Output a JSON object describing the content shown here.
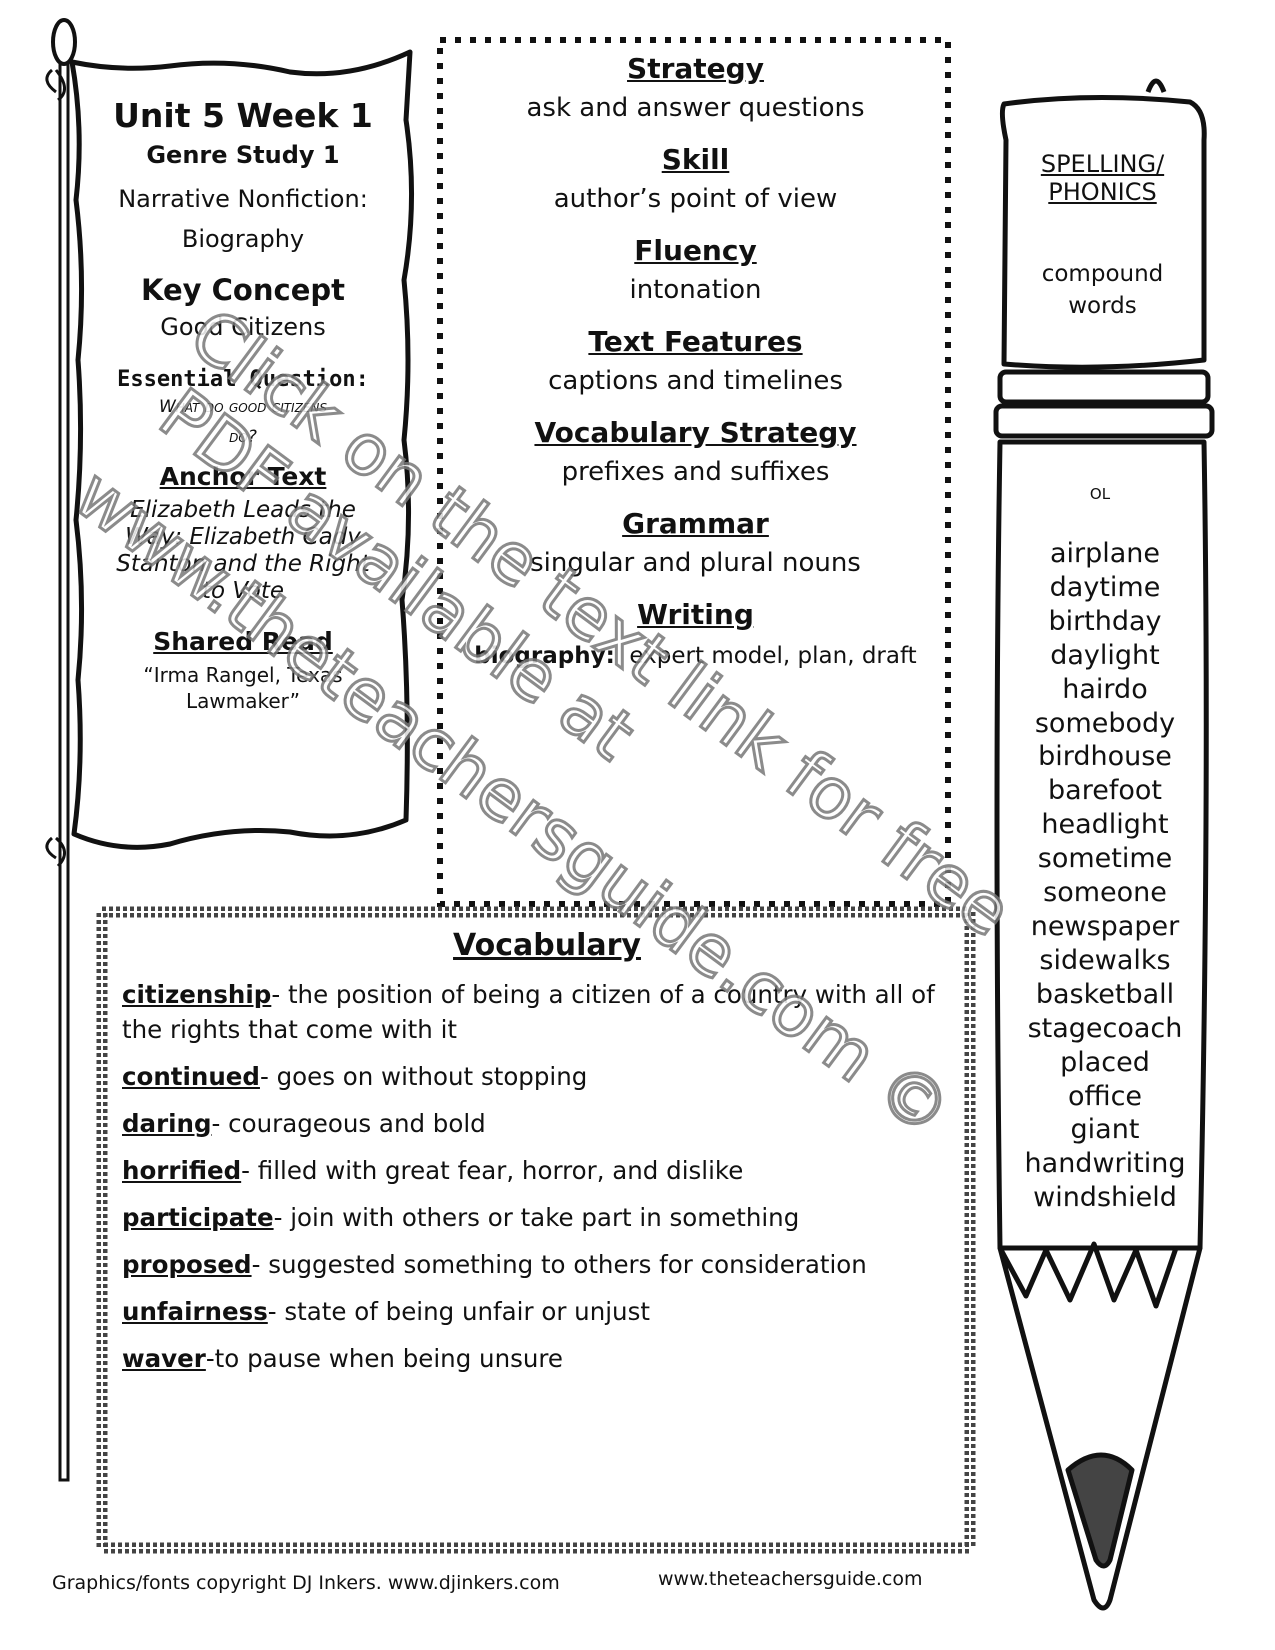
{
  "unit": {
    "title": "Unit 5 Week 1",
    "genre_study": "Genre Study 1",
    "genre_line1": "Narrative Nonfiction:",
    "genre_line2": "Biography"
  },
  "key_concept": {
    "label": "Key Concept",
    "value": "Good Citizens"
  },
  "essential_question": {
    "label": "Essential Question:",
    "line1": "What do good citizens",
    "line2": "do?"
  },
  "anchor_text": {
    "label": "Anchor Text",
    "lines": [
      "Elizabeth Leads the",
      "Way: Elizabeth Cady",
      "Stanton and the Right",
      "to Vote"
    ]
  },
  "shared_read": {
    "label": "Shared Read",
    "line1": "“Irma Rangel, Texas",
    "line2": "Lawmaker”"
  },
  "center": {
    "strategy": {
      "label": "Strategy",
      "value": "ask and answer questions"
    },
    "skill": {
      "label": "Skill",
      "value": "author’s point of view"
    },
    "fluency": {
      "label": "Fluency",
      "value": "intonation"
    },
    "text_features": {
      "label": "Text Features",
      "value": "captions and timelines"
    },
    "vocab_strategy": {
      "label": "Vocabulary Strategy",
      "value": "prefixes and suffixes"
    },
    "grammar": {
      "label": "Grammar",
      "value": "singular and plural nouns"
    },
    "writing": {
      "label": "Writing",
      "bold": "biography:",
      "value": "expert model, plan, draft"
    }
  },
  "vocabulary": {
    "title": "Vocabulary",
    "items": [
      {
        "term": "citizenship",
        "def": "- the position of being a citizen of a country with all of the rights that come with it"
      },
      {
        "term": "continued",
        "def": "- goes on without stopping"
      },
      {
        "term": "daring",
        "def": "- courageous and bold"
      },
      {
        "term": "horrified",
        "def": "- filled with great fear, horror, and dislike"
      },
      {
        "term": "participate",
        "def": "- join with others or take part in something"
      },
      {
        "term": "proposed",
        "def": "- suggested something to others for consideration"
      },
      {
        "term": "unfairness",
        "def": "- state of being unfair or unjust"
      },
      {
        "term": "waver",
        "def": "-to pause when being unsure"
      }
    ]
  },
  "spelling": {
    "heading_line1": "SPELLING/",
    "heading_line2": "PHONICS",
    "topic_line1": "compound",
    "topic_line2": "words",
    "level": "OL",
    "words": [
      "airplane",
      "daytime",
      "birthday",
      "daylight",
      "hairdo",
      "somebody",
      "birdhouse",
      "barefoot",
      "headlight",
      "sometime",
      "someone",
      "newspaper",
      "sidewalks",
      "basketball",
      "stagecoach",
      "placed",
      "office",
      "giant",
      "handwriting",
      "windshield"
    ]
  },
  "footer": {
    "left": "Graphics/fonts copyright DJ Inkers. www.djinkers.com",
    "right": "www.theteachersguide.com"
  },
  "watermark": {
    "line1": "Click on the text link for free",
    "line2": "PDF available at",
    "line3": "www.theteachersguide.com ©"
  }
}
